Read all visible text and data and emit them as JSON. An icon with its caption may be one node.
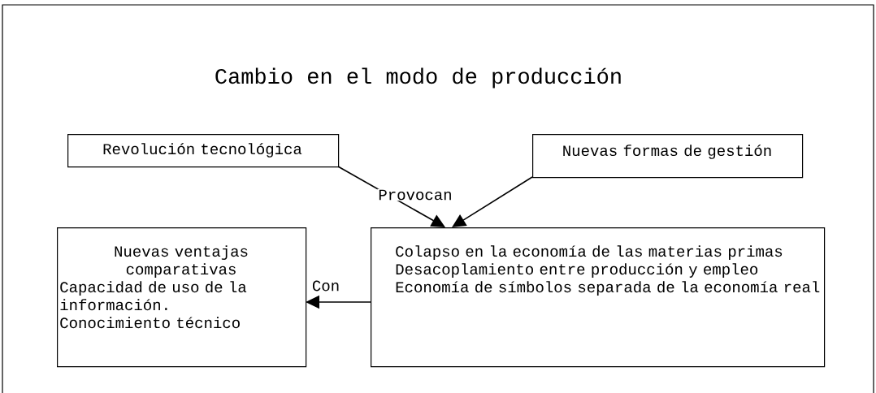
{
  "diagram": {
    "title": "Cambio en el modo de producción",
    "nodes": [
      {
        "text": [
          "Revolución tecnológica"
        ]
      },
      {
        "text": [
          "Nuevas formas de gestión"
        ]
      },
      {
        "text": [
          "Nuevas ventajas comparativas",
          "Capacidad de uso de la información.",
          "Conocimiento técnico"
        ]
      },
      {
        "text": [
          "Colapso en la economía de las materias primas",
          "Desacoplamiento entre producción y empleo",
          "Economía de símbolos separada de la economía real"
        ]
      }
    ],
    "edges": [
      {
        "from": 0,
        "to": 3,
        "arrow": "to",
        "label": "Provocan"
      },
      {
        "from": 1,
        "to": 3,
        "arrow": "to"
      },
      {
        "from": 3,
        "to": 2,
        "arrow": "to",
        "label": "Con"
      }
    ]
  }
}
